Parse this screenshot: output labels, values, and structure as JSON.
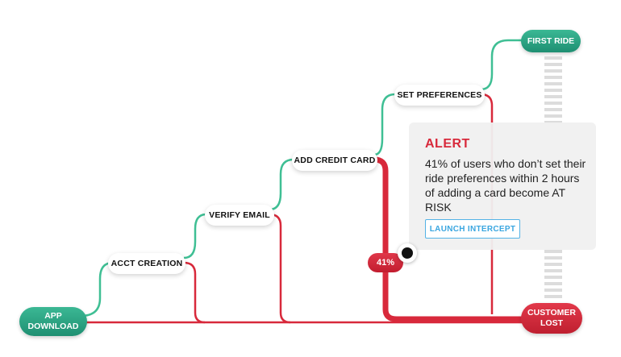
{
  "colors": {
    "green": "#3fbf94",
    "red": "#d8293b",
    "alert_blue": "#3aa6e0"
  },
  "stages": [
    {
      "id": "app-download",
      "label_line1": "APP",
      "label_line2": "DOWNLOAD"
    },
    {
      "id": "acct-creation",
      "label": "ACCT CREATION"
    },
    {
      "id": "verify-email",
      "label": "VERIFY EMAIL"
    },
    {
      "id": "add-credit-card",
      "label": "ADD CREDIT CARD"
    },
    {
      "id": "set-preferences",
      "label": "SET PREFERENCES"
    },
    {
      "id": "first-ride",
      "label": "FIRST RIDE"
    }
  ],
  "customer_lost": {
    "line1": "CUSTOMER",
    "line2": "LOST"
  },
  "drop_badge": "41%",
  "alert": {
    "title": "ALERT",
    "body": "41% of users who don’t set their ride preferences within 2 hours of adding a card become AT RISK",
    "button": "LAUNCH INTERCEPT"
  }
}
